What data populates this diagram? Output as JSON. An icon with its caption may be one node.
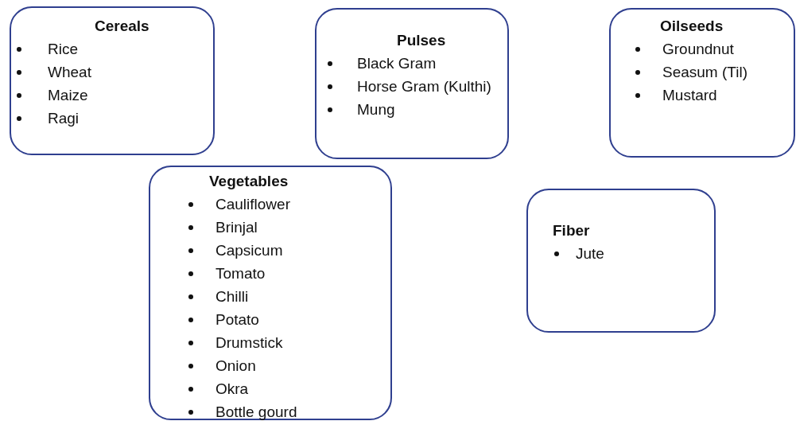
{
  "diagram": {
    "nodes": [
      {
        "text": [
          "Cereals",
          "Rice",
          "Wheat",
          "Maize",
          "Ragi"
        ]
      },
      {
        "text": [
          "Pulses",
          "Black Gram",
          "Horse Gram (Kulthi)",
          "Mung"
        ]
      },
      {
        "text": [
          "Oilseeds",
          "Groundnut",
          "Seasum (Til)",
          "Mustard"
        ]
      },
      {
        "text": [
          "Vegetables",
          "Cauliflower",
          "Brinjal",
          "Capsicum",
          "Tomato",
          "Chilli",
          "Potato",
          "Drumstick",
          "Onion",
          "Okra",
          "Bottle gourd"
        ]
      },
      {
        "text": [
          "Fiber",
          "Jute"
        ]
      }
    ]
  }
}
